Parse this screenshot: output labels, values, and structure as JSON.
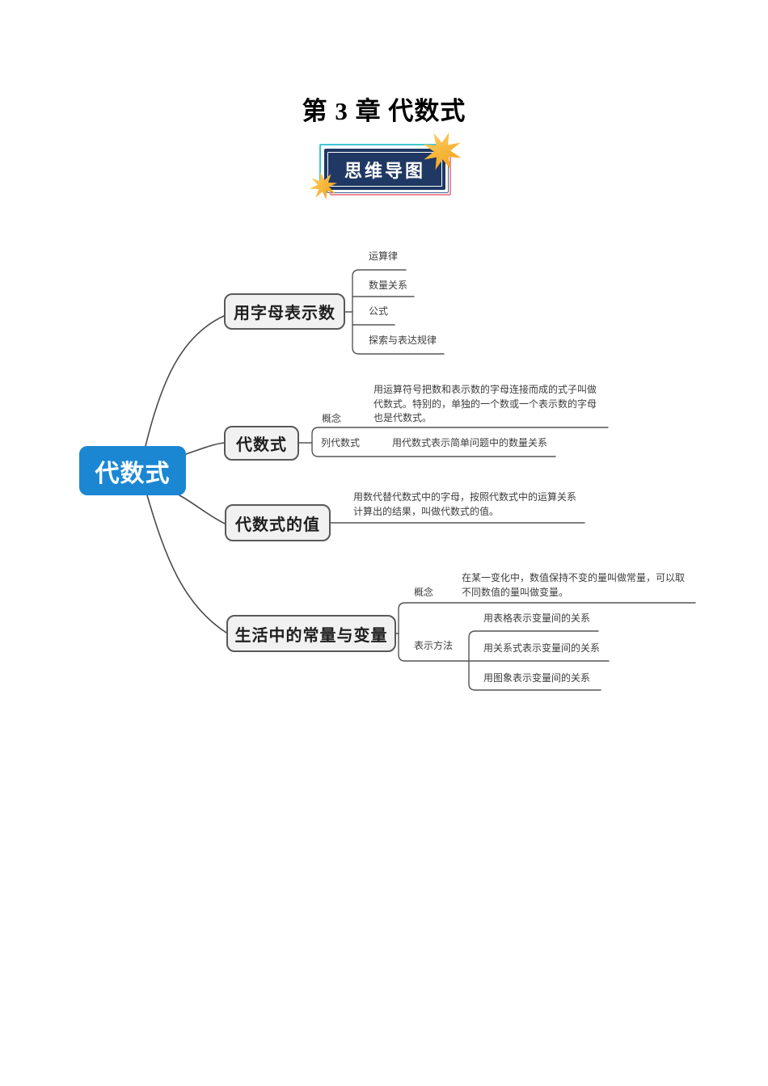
{
  "doc": {
    "title": "第 3 章 代数式",
    "badge": "思维导图"
  },
  "map": {
    "root": "代数式",
    "b1": {
      "label": "用字母表示数",
      "items": [
        "运算律",
        "数量关系",
        "公式",
        "探索与表达规律"
      ]
    },
    "b2": {
      "label": "代数式",
      "concept_label": "概念",
      "concept_desc": "用运算符号把数和表示数的字母连接而成的式子叫做代数式。特别的，单独的一个数或一个表示数的字母也是代数式。",
      "list_label": "列代数式",
      "list_desc": "用代数式表示简单问题中的数量关系"
    },
    "b3": {
      "label": "代数式的值",
      "desc": "用数代替代数式中的字母，按照代数式中的运算关系计算出的结果，叫做代数式的值。"
    },
    "b4": {
      "label": "生活中的常量与变量",
      "concept_label": "概念",
      "concept_desc": "在某一变化中，数值保持不变的量叫做常量，可以取不同数值的量叫做变量。",
      "methods_label": "表示方法",
      "methods": [
        "用表格表示变量间的关系",
        "用关系式表示变量间的关系",
        "用图象表示变量间的关系"
      ]
    }
  },
  "colors": {
    "root_blue": "#1b87d3",
    "badge_navy": "#1f3864",
    "badge_frame_teal": "#3fc6d3",
    "badge_frame_pink": "#ef8a95",
    "badge_frame_blue": "#44639c",
    "star_gold": "#f5a623",
    "branch_fill": "#f1f1f1",
    "branch_border": "#595959",
    "connector": "#4a4a4a"
  }
}
